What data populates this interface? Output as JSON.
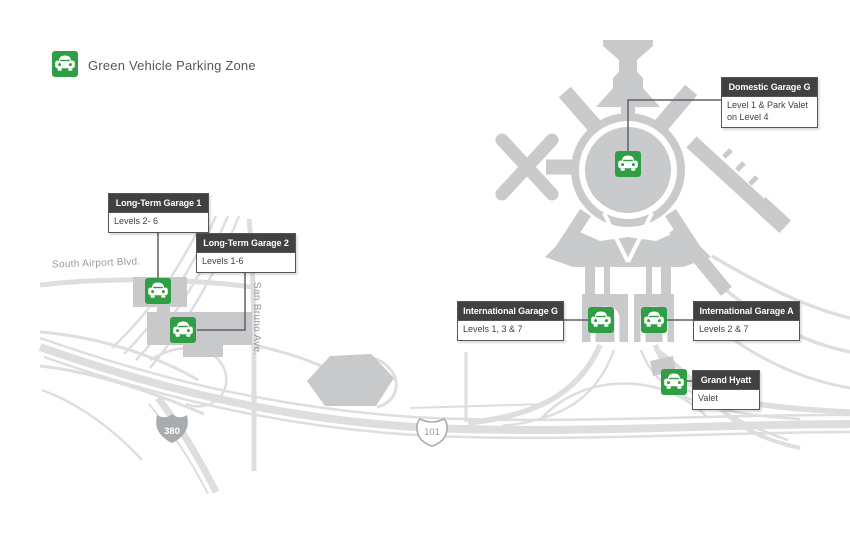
{
  "legend": {
    "title": "Green Vehicle Parking Zone",
    "icon": "green-vehicle-parking-icon",
    "icon_color": "#2f9e45"
  },
  "callouts": {
    "domestic_garage_g": {
      "title": "Domestic Garage G",
      "detail": "Level 1 & Park Valet on Level 4"
    },
    "long_term_garage_1": {
      "title": "Long-Term Garage 1",
      "detail": "Levels 2- 6"
    },
    "long_term_garage_2": {
      "title": "Long-Term Garage 2",
      "detail": "Levels 1-6"
    },
    "international_garage_g": {
      "title": "International Garage G",
      "detail": "Levels 1, 3 & 7"
    },
    "international_garage_a": {
      "title": "International Garage A",
      "detail": "Levels 2 & 7"
    },
    "grand_hyatt": {
      "title": "Grand Hyatt",
      "detail": "Valet"
    }
  },
  "road_labels": {
    "south_airport_blvd": "South Airport Blvd.",
    "san_bruno_ave": "San Bruno Ave."
  },
  "highway_shields": {
    "interstate_380": "380",
    "us_101": "101"
  },
  "colors": {
    "parking_green": "#2f9e45",
    "map_shape_gray": "#c8cacc",
    "road_gray": "#dcdee0",
    "callout_header_bg": "#414042"
  }
}
